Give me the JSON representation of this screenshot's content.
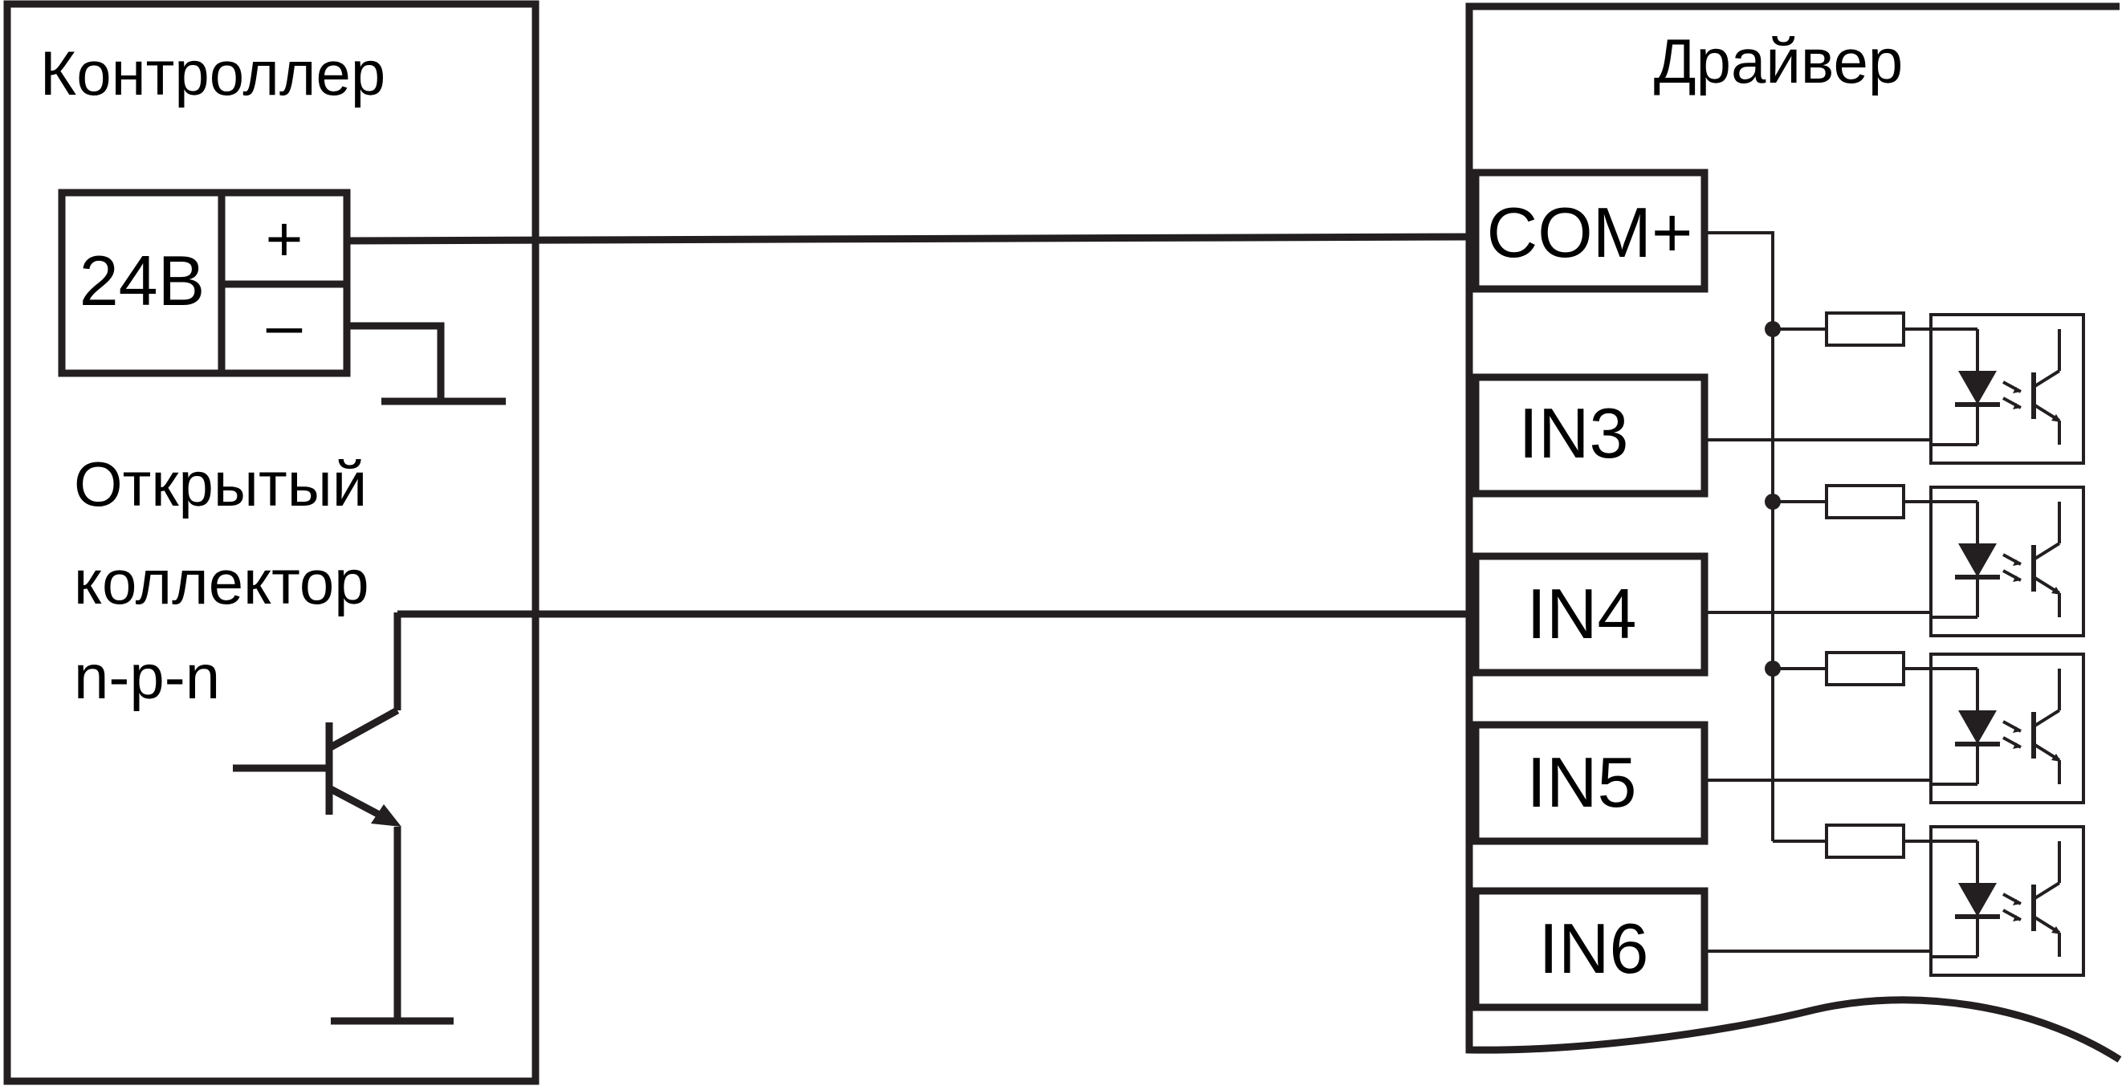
{
  "controller": {
    "title": "Контроллер",
    "supply_label": "24В",
    "plus_sign": "+",
    "minus_sign": "–",
    "output_type": [
      "Открытый",
      "коллектор",
      "n-p-n"
    ]
  },
  "driver": {
    "title": "Драйвер",
    "terminals": [
      {
        "id": "com",
        "label": "COM+"
      },
      {
        "id": "in3",
        "label": "IN3"
      },
      {
        "id": "in4",
        "label": "IN4"
      },
      {
        "id": "in5",
        "label": "IN5"
      },
      {
        "id": "in6",
        "label": "IN6"
      }
    ]
  },
  "colors": {
    "line": "#231f20",
    "background": "#ffffff"
  }
}
